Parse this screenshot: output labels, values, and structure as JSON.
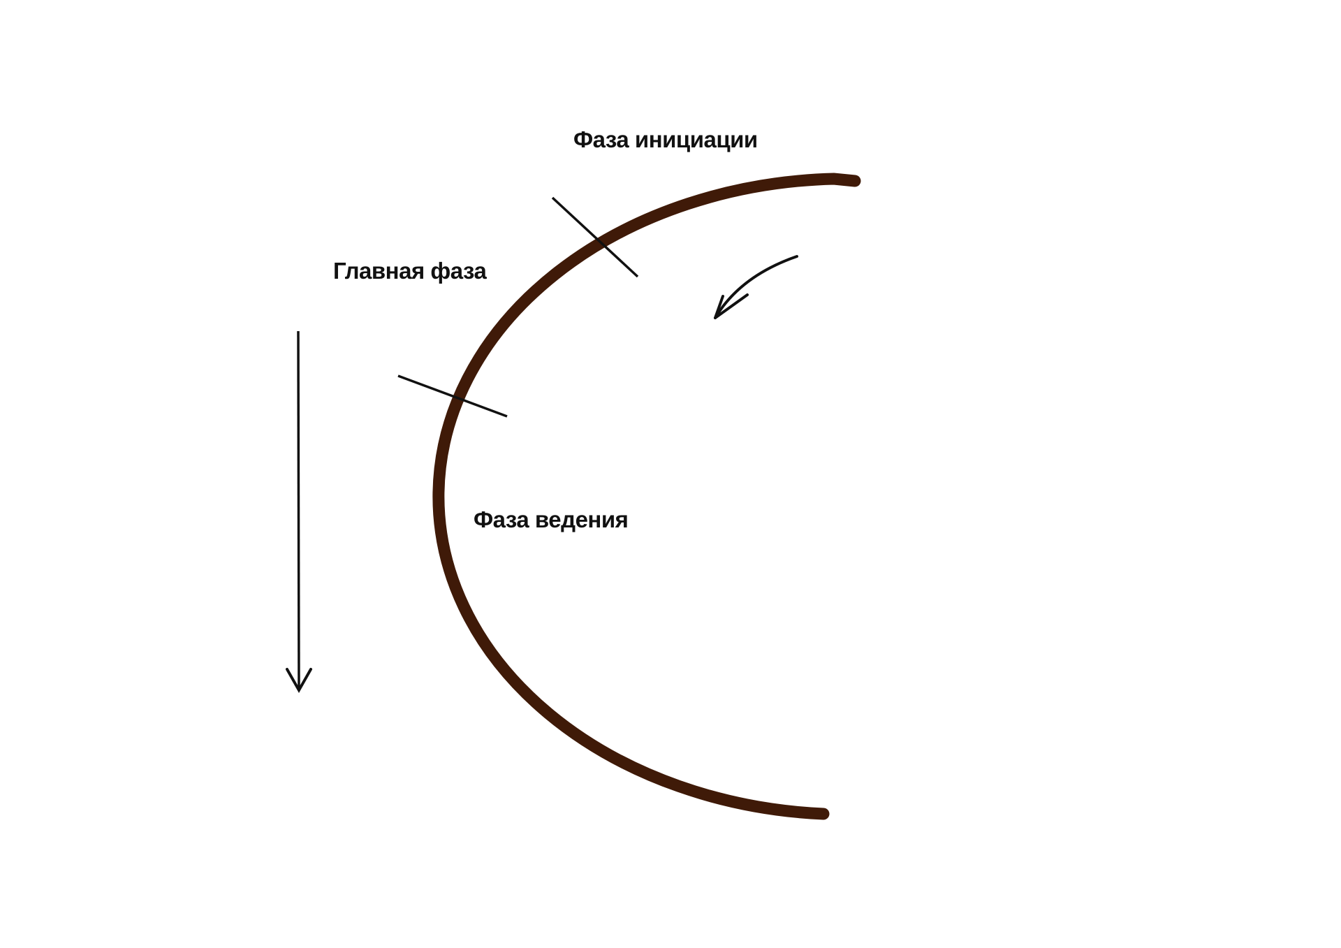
{
  "labels": {
    "initiation": "Фаза инициации",
    "main": "Главная фаза",
    "leading": "Фаза ведения"
  },
  "colors": {
    "arc": "#3f1a08",
    "ink": "#111111",
    "background": "#ffffff"
  }
}
